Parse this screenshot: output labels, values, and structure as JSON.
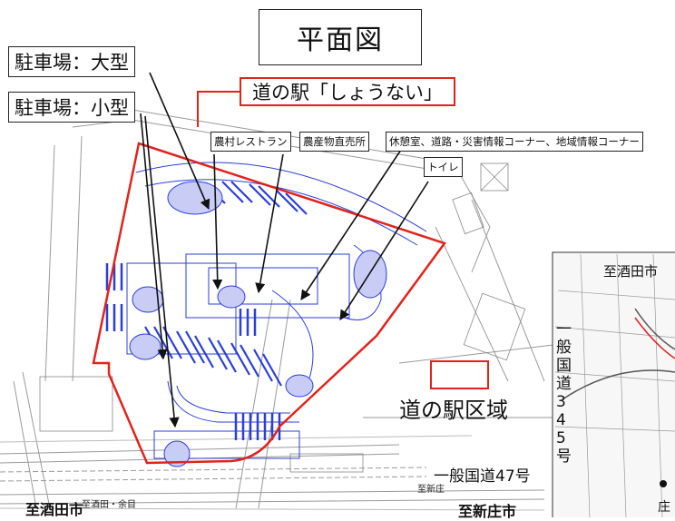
{
  "title": "平面図",
  "station_name": "道の駅「しょうない」",
  "labels": {
    "parking_large": "駐車場：大型",
    "parking_small": "駐車場：小型",
    "restaurant": "農村レストラン",
    "market": "農産物直売所",
    "rest_area": "休憩室、道路・災害情報コーナー、地域情報コーナー",
    "toilet": "トイレ"
  },
  "legend": {
    "area_label": "道の駅区域",
    "swatch_color": "#e0231d"
  },
  "road_labels": {
    "route47": "一般国道47号",
    "to_sakata": "至酒田市",
    "to_shinjo": "至新庄市",
    "small_note": "至酒田・余目",
    "small_note_right": "至新庄"
  },
  "inset": {
    "to_sakata": "至酒田市",
    "route345_chars": [
      "一",
      "般",
      "国",
      "道",
      "3",
      "4",
      "5",
      "号"
    ],
    "town_partial": "庄"
  },
  "colors": {
    "outline_red": "#e0231d",
    "plan_blue": "#2b3fd6",
    "line_gray": "#8c8c8c"
  }
}
